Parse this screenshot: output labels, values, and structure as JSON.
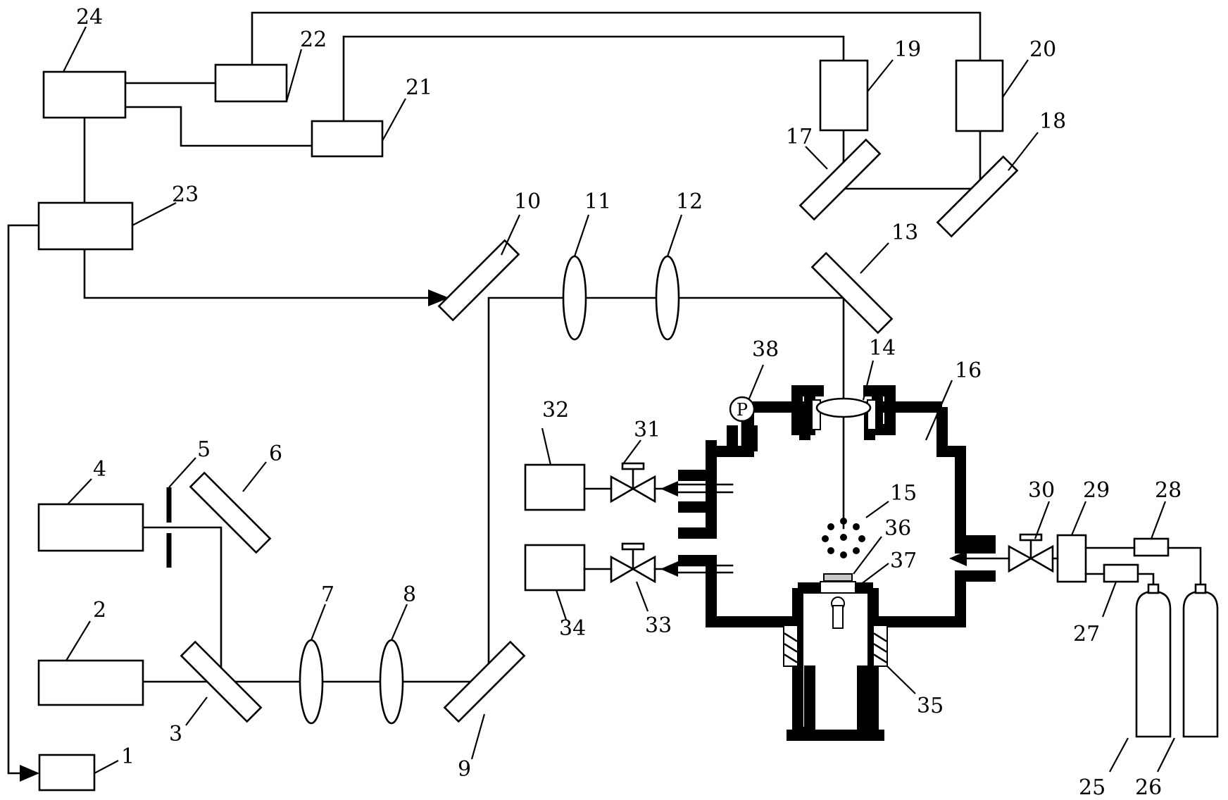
{
  "diagram": {
    "labels": {
      "l1": "1",
      "l2": "2",
      "l3": "3",
      "l4": "4",
      "l5": "5",
      "l6": "6",
      "l7": "7",
      "l8": "8",
      "l9": "9",
      "l10": "10",
      "l11": "11",
      "l12": "12",
      "l13": "13",
      "l14": "14",
      "l15": "15",
      "l16": "16",
      "l17": "17",
      "l18": "18",
      "l19": "19",
      "l20": "20",
      "l21": "21",
      "l22": "22",
      "l23": "23",
      "l24": "24",
      "l25": "25",
      "l26": "26",
      "l27": "27",
      "l28": "28",
      "l29": "29",
      "l30": "30",
      "l31": "31",
      "l32": "32",
      "l33": "33",
      "l34": "34",
      "l35": "35",
      "l36": "36",
      "l37": "37",
      "l38": "38"
    },
    "pressure_gauge_symbol": "P",
    "colors": {
      "stroke": "#000000",
      "background": "#ffffff",
      "sample_fill": "#c8c8c8"
    }
  }
}
